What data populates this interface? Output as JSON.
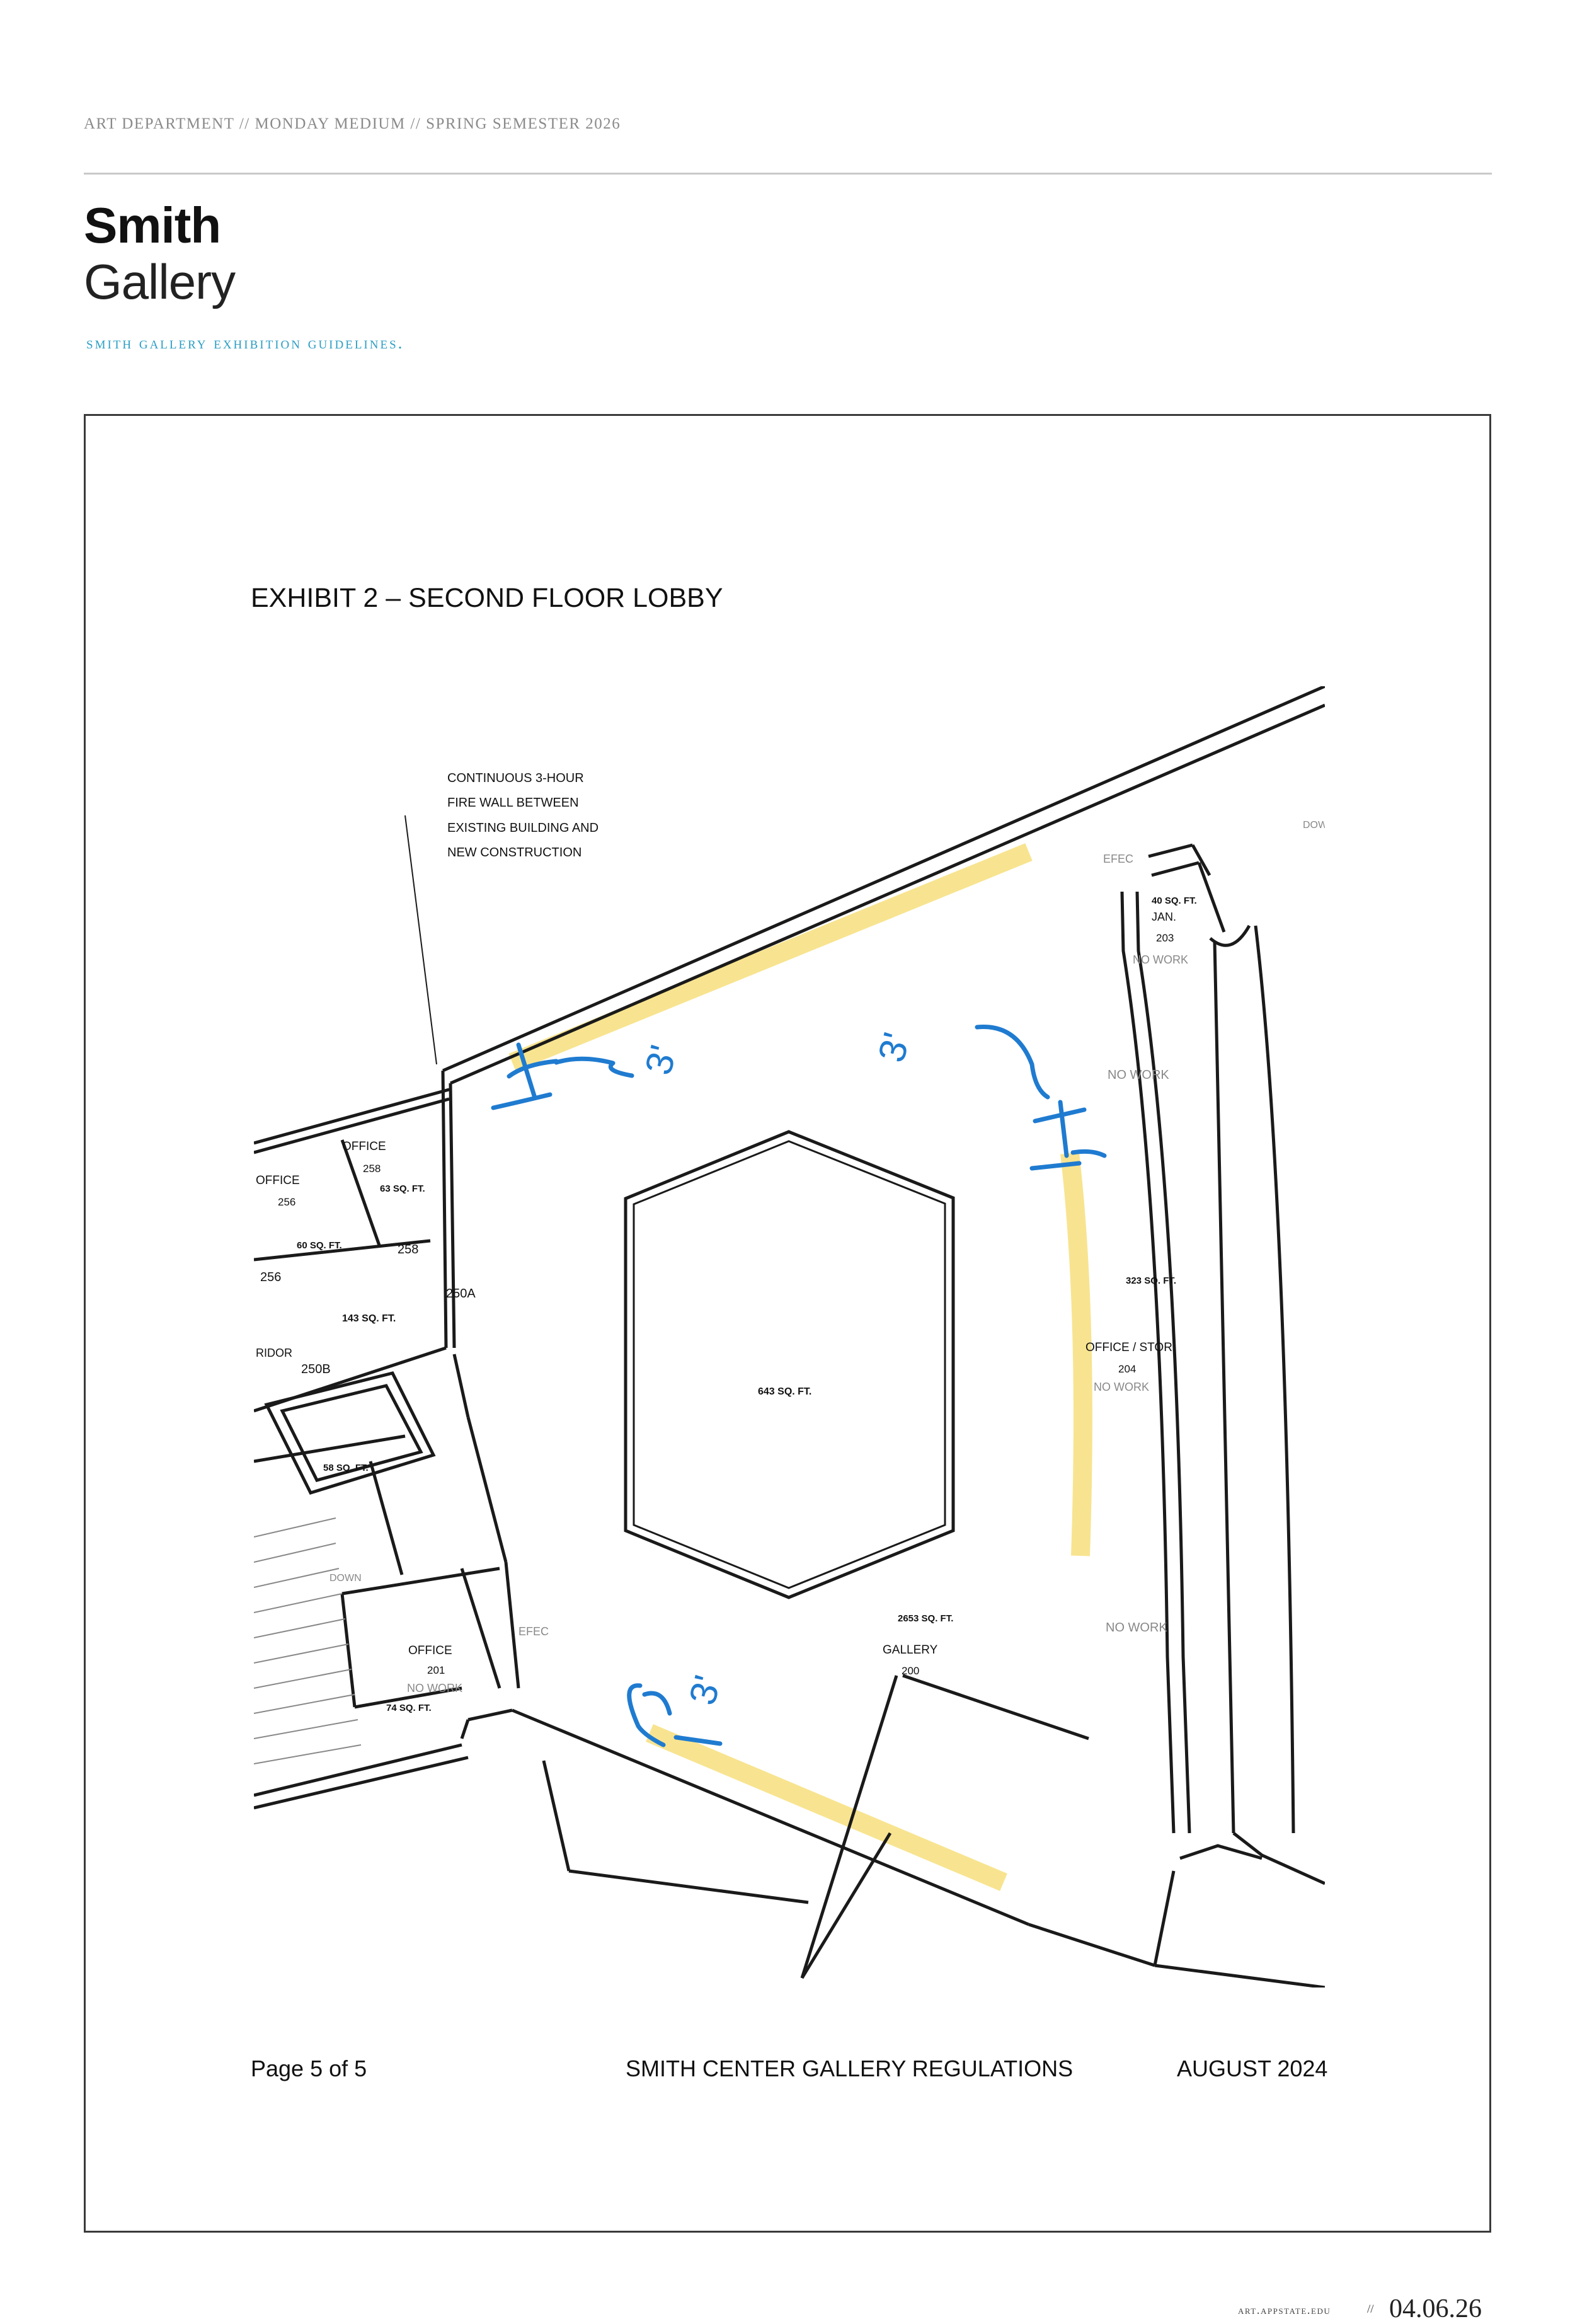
{
  "header": {
    "breadcrumb": "ART DEPARTMENT  //  MONDAY MEDIUM  //  SPRING SEMESTER 2026",
    "logo_line1": "Smith",
    "logo_line2": "Gallery",
    "subtitle": "SMITH GALLERY EXHIBITION GUIDELINES."
  },
  "document": {
    "exhibit_title": "EXHIBIT 2 – SECOND FLOOR LOBBY",
    "footer_page": "Page 5 of 5",
    "footer_title": "SMITH CENTER GALLERY REGULATIONS",
    "footer_date": "AUGUST 2024"
  },
  "floorplan": {
    "note_lines": [
      "CONTINUOUS 3-HOUR",
      "FIRE WALL BETWEEN",
      "EXISTING BUILDING AND",
      "NEW CONSTRUCTION"
    ],
    "rooms": {
      "office_258_label": "OFFICE",
      "office_258_num": "258",
      "office_258_area": "63 SQ. FT.",
      "office_256_label": "OFFICE",
      "office_256_num": "256",
      "office_256_area": "60 SQ. FT.",
      "room_256_tag": "256",
      "room_258_tag": "258",
      "room_250a_tag": "250A",
      "room_250b_tag": "250B",
      "area_143": "143 SQ. FT.",
      "corridor_label": "RIDOR",
      "area_58": "58 SQ. FT.",
      "hex_area": "643 SQ. FT.",
      "jan_area": "40 SQ. FT.",
      "jan_label": "JAN.",
      "jan_num": "203",
      "jan_note": "NO WORK",
      "efec_top": "EFEC",
      "no_work_upper": "NO WORK",
      "office_204_area": "323 SQ. FT.",
      "office_204_label": "OFFICE / STOR.",
      "office_204_num": "204",
      "office_204_note": "NO WORK",
      "no_work_lower": "NO WORK",
      "gallery_area": "2653 SQ. FT.",
      "gallery_label": "GALLERY",
      "gallery_num": "200",
      "office_201_label": "OFFICE",
      "office_201_num": "201",
      "office_201_note": "NO WORK",
      "office_201_area": "74 SQ. FT.",
      "efec_bottom": "EFEC",
      "down_label": "DOWN",
      "dow_label": "DOW"
    },
    "annotations": {
      "mark_top_left": "3'",
      "mark_top_center": "3'",
      "mark_bottom": "3'"
    },
    "colors": {
      "highlight": "#f7df7c",
      "ink": "#1f7bd0",
      "lines": "#1a1a1a"
    }
  },
  "footer": {
    "url": "ART.APPSTATE.EDU",
    "separator": "//",
    "date": "04.06.26"
  }
}
